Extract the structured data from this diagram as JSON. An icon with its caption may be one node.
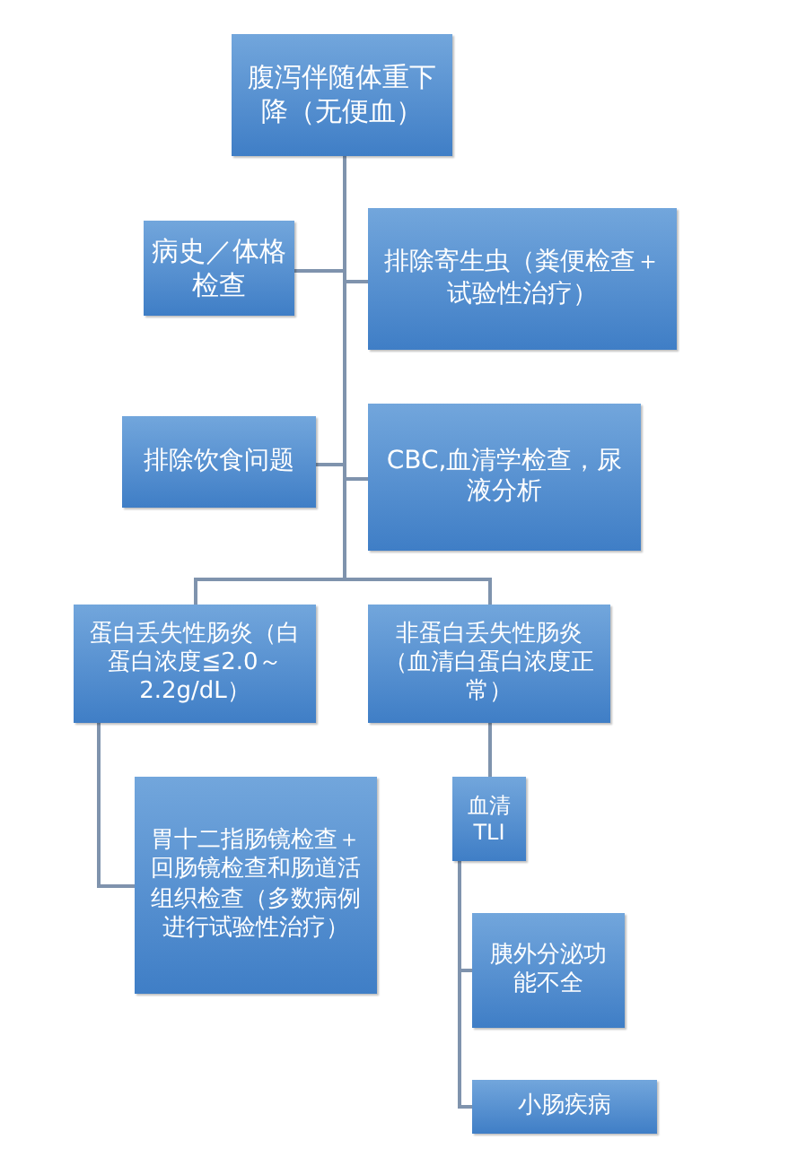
{
  "diagram": {
    "nodes": [
      {
        "text": [
          "腹泻伴随体重下降（无便血）"
        ]
      },
      {
        "text": [
          "病史／体格检查"
        ]
      },
      {
        "text": [
          "排除寄生虫（粪便检查＋试验性治疗）"
        ]
      },
      {
        "text": [
          "排除饮食问题"
        ]
      },
      {
        "text": [
          "CBC,血清学检查，尿液分析"
        ]
      },
      {
        "text": [
          "蛋白丢失性肠炎（白蛋白浓度≦2.0～2.2g/dL）"
        ]
      },
      {
        "text": [
          "非蛋白丢失性肠炎（血清白蛋白浓度正常）"
        ]
      },
      {
        "text": [
          "胃十二指肠镜检查＋回肠镜检查和肠道活组织检查（多数病例进行试验性治疗）"
        ]
      },
      {
        "text": [
          "血清 TLI"
        ]
      },
      {
        "text": [
          "胰外分泌功能不全"
        ]
      },
      {
        "text": [
          "小肠疾病"
        ]
      }
    ],
    "edges": [
      {
        "from": 0,
        "to": 1,
        "arrow": "none"
      },
      {
        "from": 0,
        "to": 2,
        "arrow": "none"
      },
      {
        "from": 0,
        "to": 3,
        "arrow": "none"
      },
      {
        "from": 0,
        "to": 4,
        "arrow": "none"
      },
      {
        "from": 0,
        "to": 5,
        "arrow": "none"
      },
      {
        "from": 0,
        "to": 6,
        "arrow": "none"
      },
      {
        "from": 5,
        "to": 7,
        "arrow": "none"
      },
      {
        "from": 6,
        "to": 8,
        "arrow": "none"
      },
      {
        "from": 8,
        "to": 9,
        "arrow": "none"
      },
      {
        "from": 8,
        "to": 10,
        "arrow": "none"
      }
    ]
  }
}
